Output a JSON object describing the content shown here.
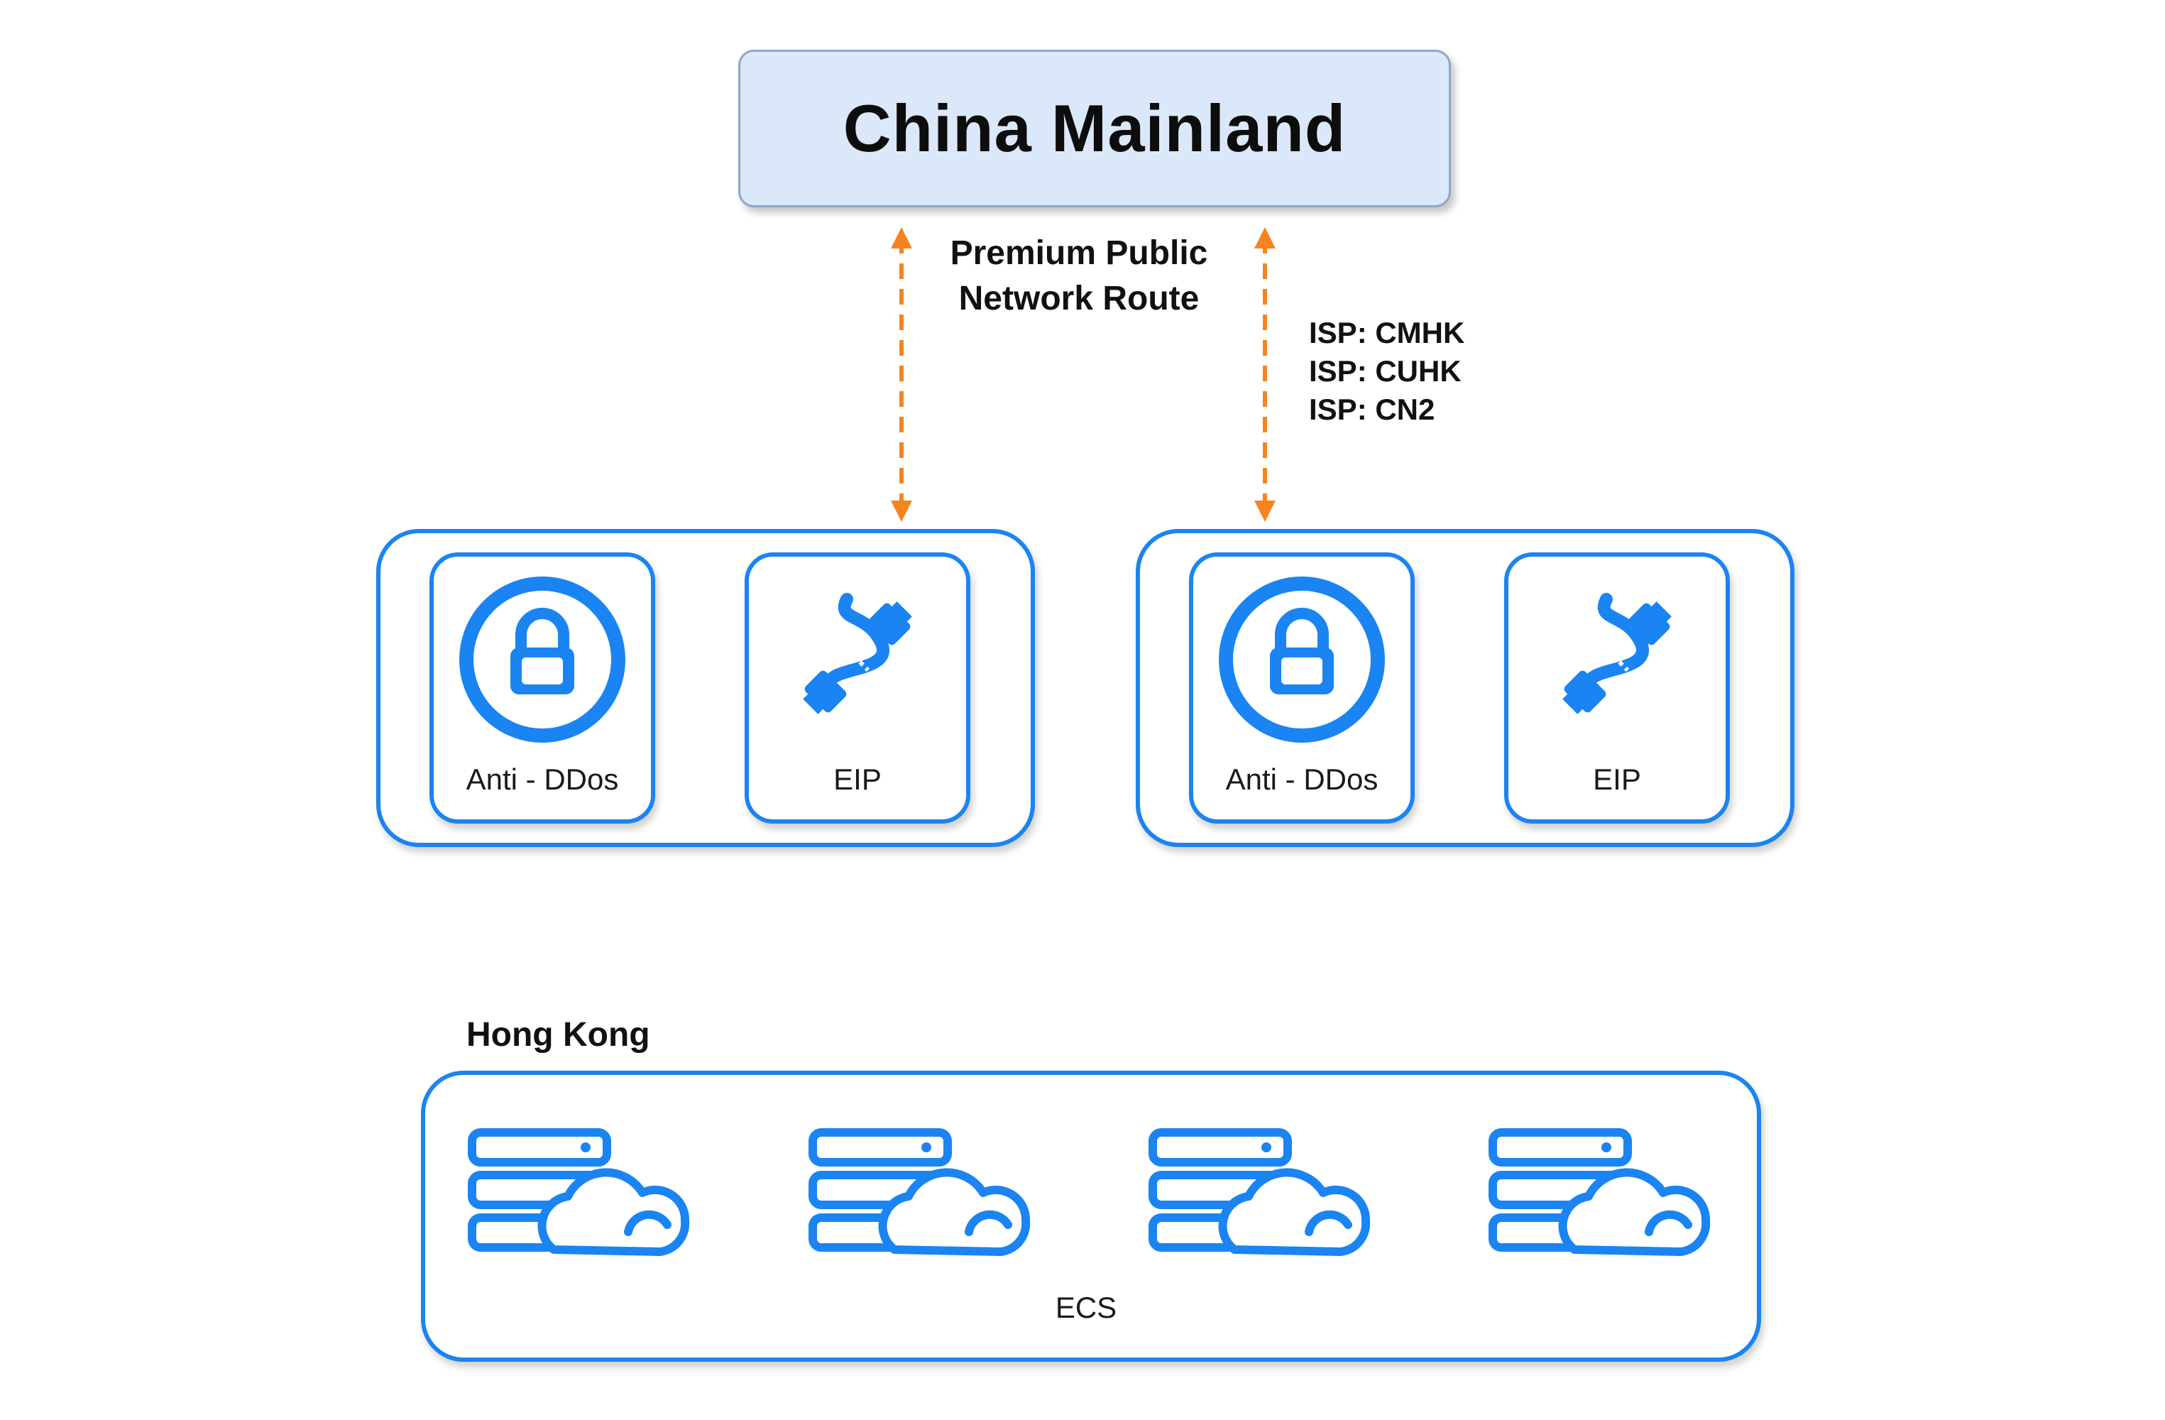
{
  "mainland": {
    "title": "China Mainland"
  },
  "route": {
    "line1": "Premium Public",
    "line2": "Network Route"
  },
  "isps": [
    "ISP: CMHK",
    "ISP: CUHK",
    "ISP: CN2"
  ],
  "groups": [
    {
      "cards": [
        {
          "label": "Anti - DDos",
          "icon": "lock-shield-icon"
        },
        {
          "label": "EIP",
          "icon": "network-cable-icon"
        }
      ]
    },
    {
      "cards": [
        {
          "label": "Anti - DDos",
          "icon": "lock-shield-icon"
        },
        {
          "label": "EIP",
          "icon": "network-cable-icon"
        }
      ]
    }
  ],
  "region": {
    "label": "Hong Kong"
  },
  "ecs": {
    "label": "ECS",
    "icon": "server-cloud-icon",
    "count": 4
  },
  "colors": {
    "accent": "#1a84f2",
    "arrow": "#f5841f",
    "mainland_fill": "#dbe8f9"
  }
}
